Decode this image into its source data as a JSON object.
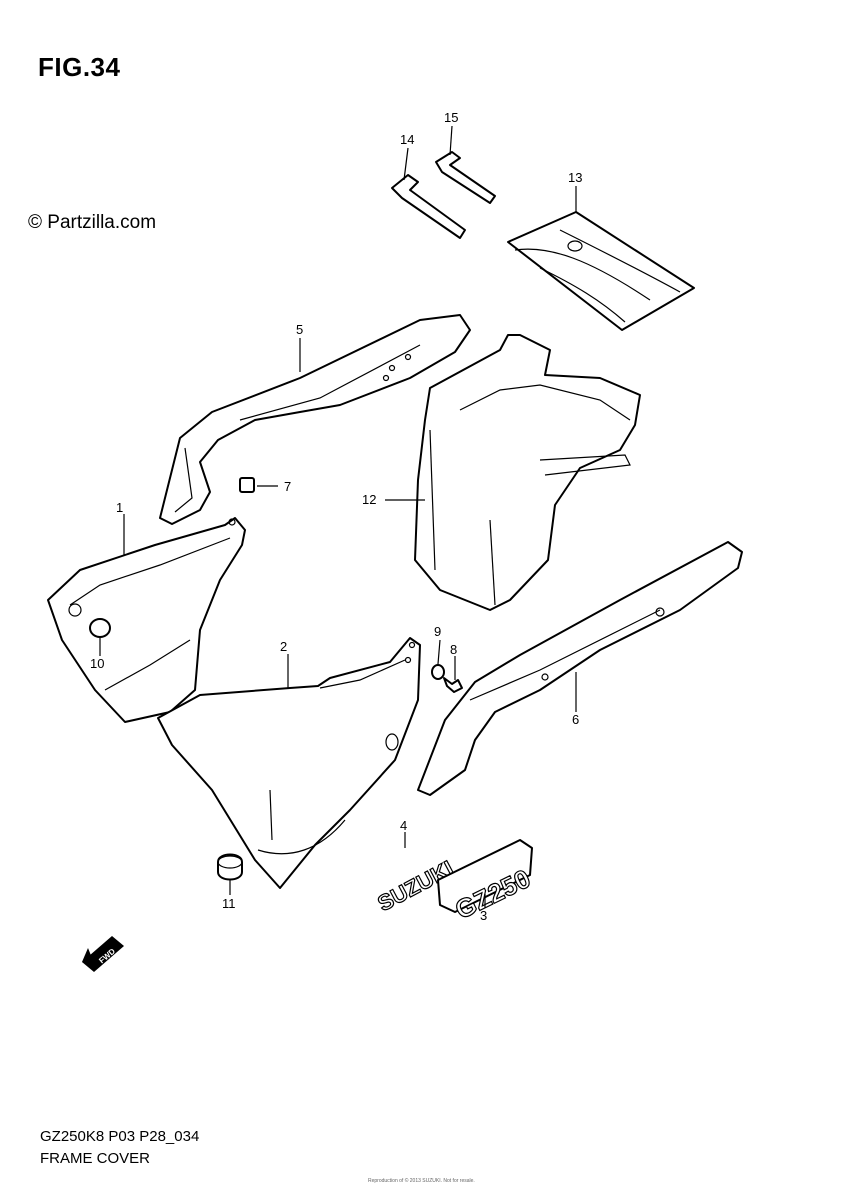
{
  "figure": {
    "title": "FIG.34",
    "copyright": "© Partzilla.com",
    "model_code": "GZ250K8 P03 P28_034",
    "section_title": "FRAME COVER",
    "fine_print": "Reproduction of © 2013 SUZUKI. Not for resale."
  },
  "callouts": [
    "1",
    "2",
    "3",
    "4",
    "5",
    "6",
    "7",
    "8",
    "9",
    "10",
    "11",
    "12",
    "13",
    "14",
    "15"
  ],
  "emblems": {
    "suzuki": "SUZUKI",
    "gz250": "GZ250",
    "fwd_arrow": "FWD"
  },
  "icons": {
    "fwd": "forward-arrow-icon"
  }
}
